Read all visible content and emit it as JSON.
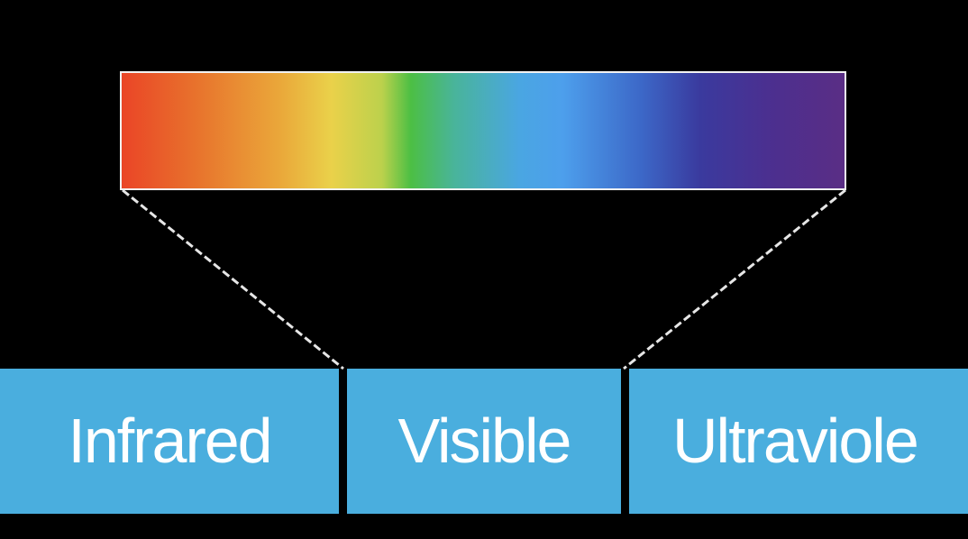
{
  "bands": {
    "infrared": "Infrared",
    "visible": "Visible",
    "ultraviolet": "Ultraviole"
  },
  "colors": {
    "background": "#000000",
    "band_fill": "#4aaede",
    "band_text": "#ffffff",
    "outline": "#f2f2f2",
    "spectrum": [
      "#ea4527",
      "#e8712c",
      "#eaa83a",
      "#ead14a",
      "#bcd14c",
      "#4cbf44",
      "#49b49a",
      "#4aa6e2",
      "#4d9fec",
      "#3c67c7",
      "#3a3a9e",
      "#4c2f8f",
      "#5a2e85"
    ]
  }
}
